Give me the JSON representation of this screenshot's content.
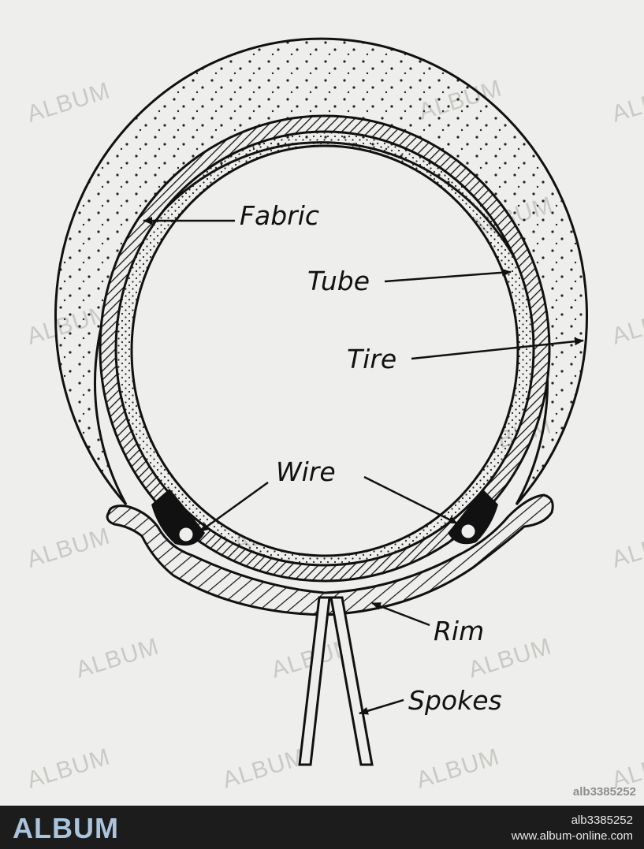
{
  "labels": {
    "fabric": "Fabric",
    "tube": "Tube",
    "tire": "Tire",
    "wire": "Wire",
    "rim": "Rim",
    "spokes": "Spokes"
  },
  "watermark": {
    "text": "ALBUM",
    "image_id": "alb3385252"
  },
  "footer": {
    "brand": "ALBUM",
    "image_id": "alb3385252",
    "url": "www.album-online.com"
  },
  "colors": {
    "background": "#eeeeec",
    "ink": "#111111",
    "footer_bg": "#1c1c1c",
    "brand": "#a9c4dc"
  }
}
